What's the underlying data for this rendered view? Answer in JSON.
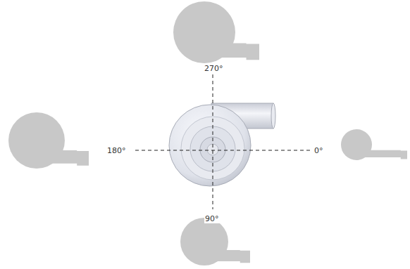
{
  "diagram": {
    "labels": [
      "270°",
      "180°",
      "0°",
      "90°"
    ]
  }
}
